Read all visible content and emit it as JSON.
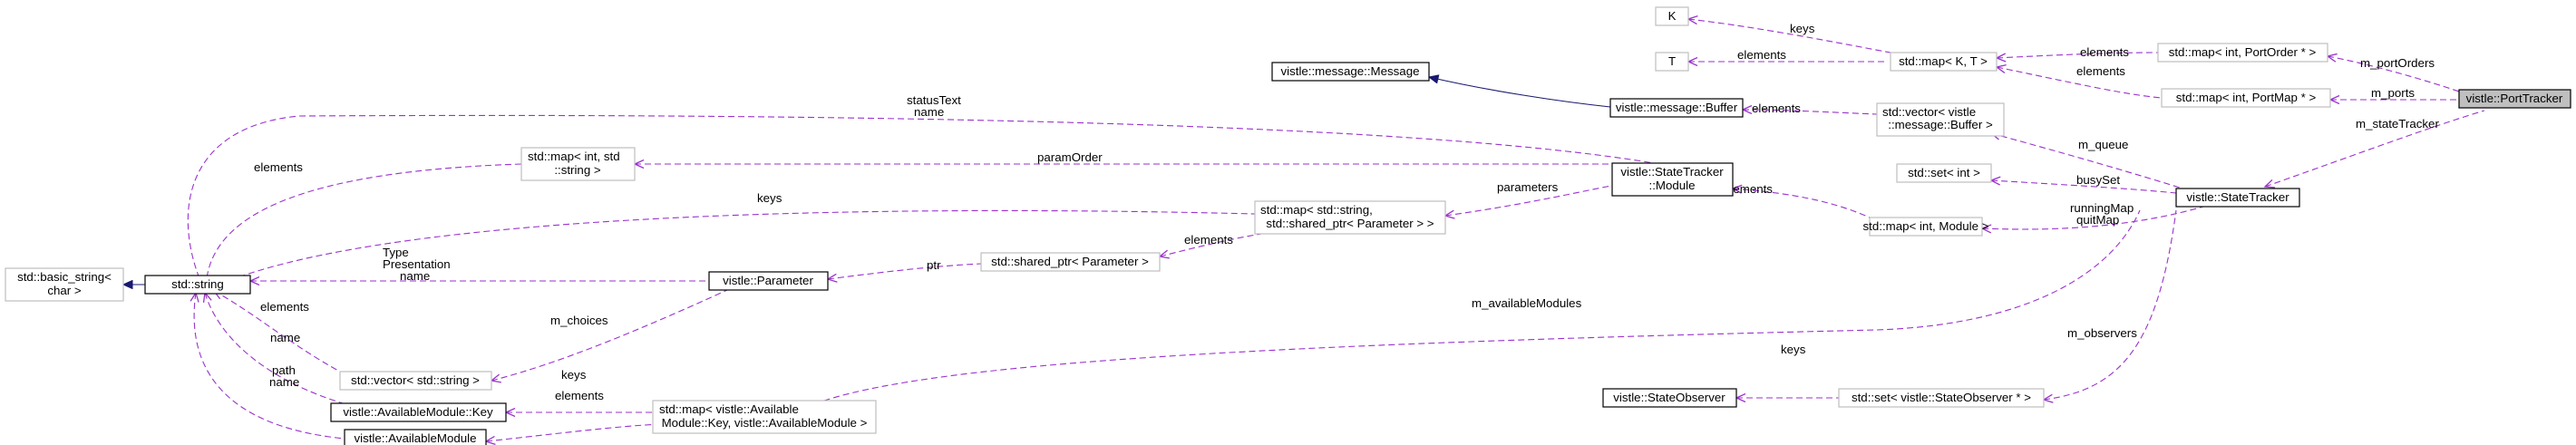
{
  "colors": {
    "composition": "#9a32cd",
    "inheritance": "#191970",
    "root_fill": "#bfbfbf",
    "plain_border": "#bfbfbf"
  },
  "nodes": {
    "K": "K",
    "T": "T",
    "map_KT": "std::map< K, T >",
    "map_portorder": "std::map< int, PortOrder * >",
    "map_portmap": "std::map< int, PortMap * >",
    "porttracker": "vistle::PortTracker",
    "message": "vistle::message::Message",
    "buffer": "vistle::message::Buffer",
    "vector_buffer": [
      "std::vector< vistle",
      "::message::Buffer >"
    ],
    "set_int": "std::set< int >",
    "statetracker": "vistle::StateTracker",
    "map_int_module": "std::map< int, Module >",
    "module": [
      "vistle::StateTracker",
      "::Module"
    ],
    "map_int_string": [
      "std::map< int, std",
      "::string >"
    ],
    "map_string_param": [
      "std::map< std::string,",
      "std::shared_ptr< Parameter > >"
    ],
    "shared_ptr_param": "std::shared_ptr< Parameter >",
    "parameter": "vistle::Parameter",
    "vector_string": "std::vector< std::string >",
    "basic_string": [
      "std::basic_string<",
      "char >"
    ],
    "string": "std::string",
    "availablemodule_key": "vistle::AvailableModule::Key",
    "availablemodule": "vistle::AvailableModule",
    "map_available": [
      "std::map< vistle::Available",
      "Module::Key, vistle::AvailableModule >"
    ],
    "set_observer": "std::set< vistle::StateObserver * >",
    "stateobserver": "vistle::StateObserver"
  },
  "edges": {
    "keys_K": "keys",
    "elements_T": "elements",
    "elements_portorder": "elements",
    "elements_portmap": "elements",
    "m_portOrders": "m_portOrders",
    "m_ports": "m_ports",
    "m_stateTracker": "m_stateTracker",
    "elements_buffer": "elements",
    "m_queue": "m_queue",
    "busySet": "busySet",
    "runningMap": "runningMap",
    "quitMap": "quitMap",
    "elements_module": "elements",
    "parameters": "parameters",
    "paramOrder": "paramOrder",
    "statusText": "statusText",
    "name_module": "name",
    "elements_mapintstring": "elements",
    "keys_mapstringparam": "keys",
    "elements_sharedptr": "elements",
    "ptr": "ptr",
    "type": "Type",
    "presentation": "Presentation",
    "name_param": "name",
    "m_choices": "m_choices",
    "elements_vectorstring": "elements",
    "name_key": "name",
    "path": "path",
    "name_available": "name",
    "keys_available": "keys",
    "elements_available": "elements",
    "m_availableModules": "m_availableModules",
    "m_observers": "m_observers",
    "keys_observer": "keys"
  }
}
